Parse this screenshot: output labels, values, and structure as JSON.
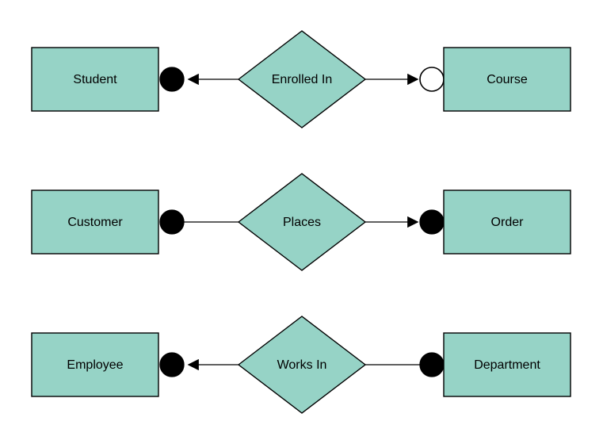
{
  "diagram_type": "entity-relationship",
  "colors": {
    "shape_fill": "#96d3c6",
    "shape_stroke": "#000000",
    "connector": "#000000",
    "terminator_fill": "#000000",
    "open_circle_fill": "#ffffff",
    "background": "#ffffff",
    "text": "#000000"
  },
  "rows": [
    {
      "left_entity": "Student",
      "relationship": "Enrolled In",
      "right_entity": "Course",
      "left_terminator": "filled-circle",
      "right_terminator": "open-circle",
      "left_arrowhead": true,
      "right_arrowhead": true
    },
    {
      "left_entity": "Customer",
      "relationship": "Places",
      "right_entity": "Order",
      "left_terminator": "filled-circle",
      "right_terminator": "filled-circle",
      "left_arrowhead": false,
      "right_arrowhead": true
    },
    {
      "left_entity": "Employee",
      "relationship": "Works In",
      "right_entity": "Department",
      "left_terminator": "filled-circle",
      "right_terminator": "filled-circle",
      "left_arrowhead": true,
      "right_arrowhead": false
    }
  ]
}
